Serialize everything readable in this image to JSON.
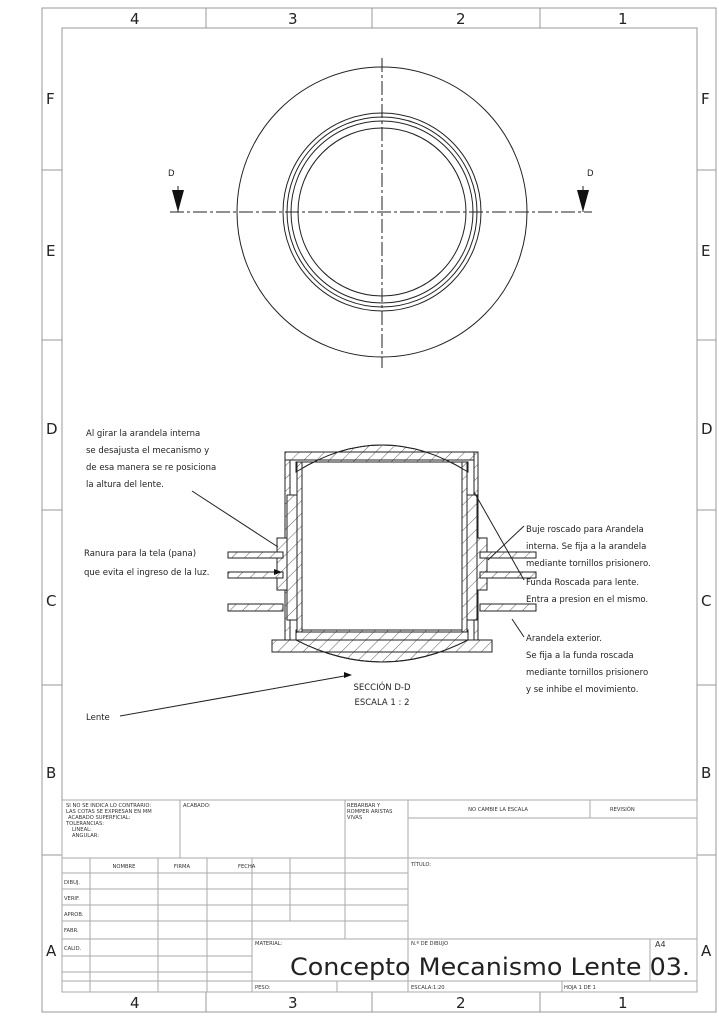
{
  "zones": {
    "columns": [
      "4",
      "3",
      "2",
      "1"
    ],
    "rows": [
      "F",
      "E",
      "D",
      "C",
      "B",
      "A"
    ]
  },
  "section_marker": {
    "left": "D",
    "right": "D"
  },
  "notes": {
    "arandela_interna": [
      "Al girar la arandela interna",
      "se desajusta el mecanismo y",
      "de esa manera se re posiciona",
      "la altura del lente."
    ],
    "ranura": [
      "Ranura para la tela (pana)",
      "que evita el ingreso de la luz."
    ],
    "buje": [
      "Buje roscado para Arandela",
      "interna. Se fija a la arandela",
      "mediante tornillos prisionero."
    ],
    "funda": [
      "Funda Roscada para lente.",
      "Entra a presion en el mismo."
    ],
    "arandela_exterior": [
      "Arandela exterior.",
      "Se fija a la funda roscada",
      "mediante tornillos prisionero",
      "y se inhibe el movimiento."
    ],
    "lente": "Lente",
    "section_title": "SECCIÓN D-D",
    "section_scale": "ESCALA 1 : 2"
  },
  "title_block": {
    "general": [
      "SI NO SE INDICA LO CONTRARIO:",
      "LAS COTAS SE EXPRESAN EN MM",
      "ACABADO SUPERFICIAL:",
      "TOLERANCIAS:",
      "LINEAL:",
      "ANGULAR:"
    ],
    "acabado": "ACABADO:",
    "rebarbar": [
      "REBARBAR Y",
      "ROMPER ARISTAS",
      "VIVAS"
    ],
    "no_cambie": "NO CAMBIE LA ESCALA",
    "revision": "REVISIÓN",
    "headers": [
      "NOMBRE",
      "FIRMA",
      "FECHA"
    ],
    "roles": [
      "DIBUJ.",
      "VERIF.",
      "APROB.",
      "FABR.",
      "CALID."
    ],
    "titulo": "TÍTULO:",
    "material": "MATERIAL:",
    "n_dibujo": "N.º DE DIBUJO",
    "drawing_name": "Concepto Mecanismo Lente 03.",
    "sheet_size": "A4",
    "peso": "PESO:",
    "escala": "ESCALA:1:20",
    "hoja": "HOJA 1 DE 1"
  }
}
